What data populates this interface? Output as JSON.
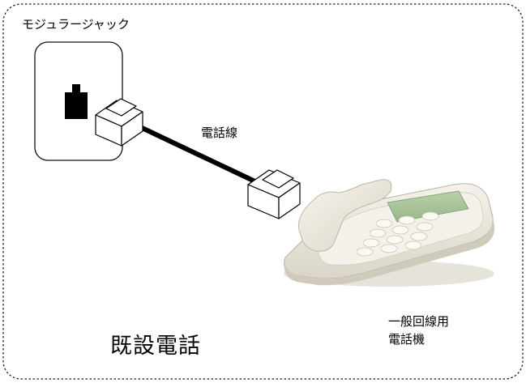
{
  "labels": {
    "modular_jack": "モジュラージャック",
    "phone_wire": "電話線",
    "phone_line1": "一般回線用",
    "phone_line2": "電話機",
    "title": "既設電話"
  },
  "colors": {
    "frame_border": "#222222",
    "wire": "#000000",
    "phone_body": "#efece2",
    "phone_screen": "#a9c59a",
    "phone_keys": "#f8f7f2"
  },
  "icons": [
    "modular-jack-icon",
    "phone-cable-icon",
    "telephone-icon"
  ]
}
